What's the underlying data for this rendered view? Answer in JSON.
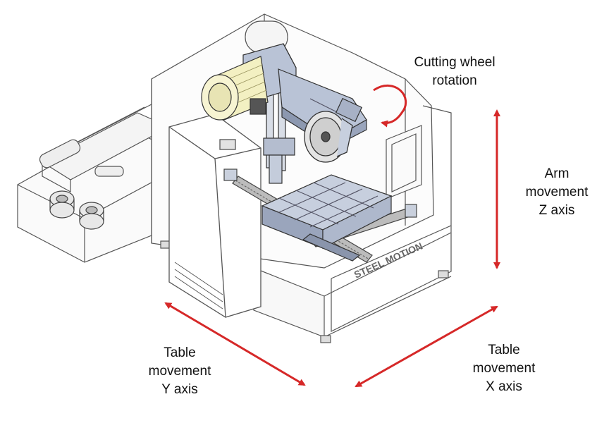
{
  "labels": {
    "cutting_wheel": [
      "Cutting wheel",
      "rotation"
    ],
    "arm_z": [
      "Arm",
      "movement",
      "Z axis"
    ],
    "table_y": [
      "Table",
      "movement",
      "Y axis"
    ],
    "table_x": [
      "Table",
      "movement",
      "X axis"
    ]
  },
  "machine": {
    "brand": "STEEL MOTION"
  },
  "colors": {
    "arrow": "#d62828",
    "line_art": "#555555",
    "arm_fill": "#b9c3d6",
    "arm_dark": "#8c98b0",
    "motor_fill": "#f3f0c2",
    "background": "#ffffff"
  },
  "icons": {
    "rotation": "curved-arrow-icon",
    "axis": "double-arrow-icon"
  }
}
